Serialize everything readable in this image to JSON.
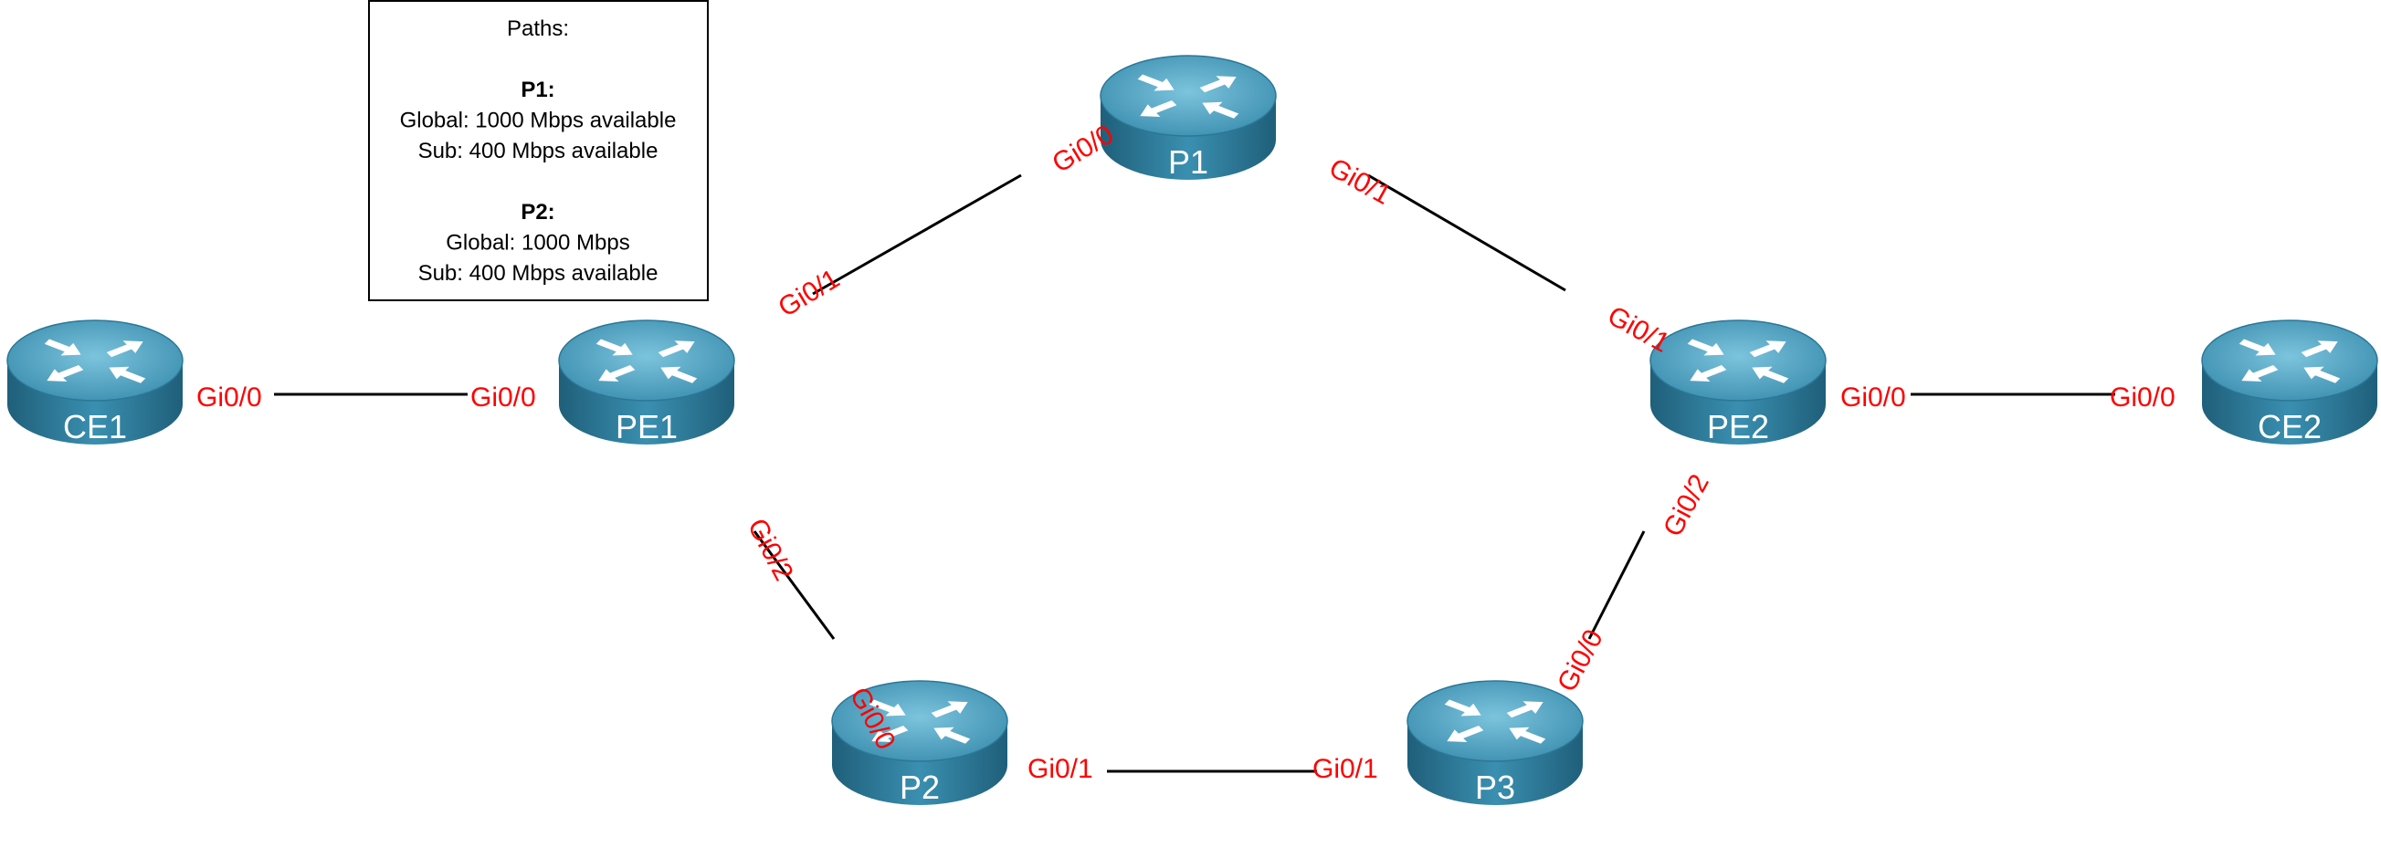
{
  "info_box": {
    "lines": [
      {
        "text": "Paths:",
        "bold": false
      },
      {
        "text": "",
        "bold": false
      },
      {
        "text": "P1:",
        "bold": true
      },
      {
        "text": "Global: 1000 Mbps available",
        "bold": false
      },
      {
        "text": "Sub: 400 Mbps available",
        "bold": false
      },
      {
        "text": "",
        "bold": false
      },
      {
        "text": "P2:",
        "bold": true
      },
      {
        "text": "Global: 1000 Mbps",
        "bold": false
      },
      {
        "text": "Sub: 400 Mbps available",
        "bold": false
      }
    ]
  },
  "routers": [
    {
      "id": "CE1",
      "label": "CE1"
    },
    {
      "id": "PE1",
      "label": "PE1"
    },
    {
      "id": "P1",
      "label": "P1"
    },
    {
      "id": "PE2",
      "label": "PE2"
    },
    {
      "id": "CE2",
      "label": "CE2"
    },
    {
      "id": "P2",
      "label": "P2"
    },
    {
      "id": "P3",
      "label": "P3"
    }
  ],
  "links": [
    {
      "from": "CE1",
      "to": "PE1",
      "from_if": "Gi0/0",
      "to_if": "Gi0/0"
    },
    {
      "from": "PE1",
      "to": "P1",
      "from_if": "Gi0/1",
      "to_if": "Gi0/0"
    },
    {
      "from": "P1",
      "to": "PE2",
      "from_if": "Gi0/1",
      "to_if": "Gi0/1"
    },
    {
      "from": "PE2",
      "to": "CE2",
      "from_if": "Gi0/0",
      "to_if": "Gi0/0"
    },
    {
      "from": "PE1",
      "to": "P2",
      "from_if": "Gi0/2",
      "to_if": "Gi0/0"
    },
    {
      "from": "P2",
      "to": "P3",
      "from_if": "Gi0/1",
      "to_if": "Gi0/1"
    },
    {
      "from": "P3",
      "to": "PE2",
      "from_if": "Gi0/0",
      "to_if": "Gi0/2"
    }
  ],
  "colors": {
    "interface_label": "#ff0000",
    "router_body": "#2f7a9a",
    "router_top": "#4ea6c6",
    "link": "#000000"
  }
}
